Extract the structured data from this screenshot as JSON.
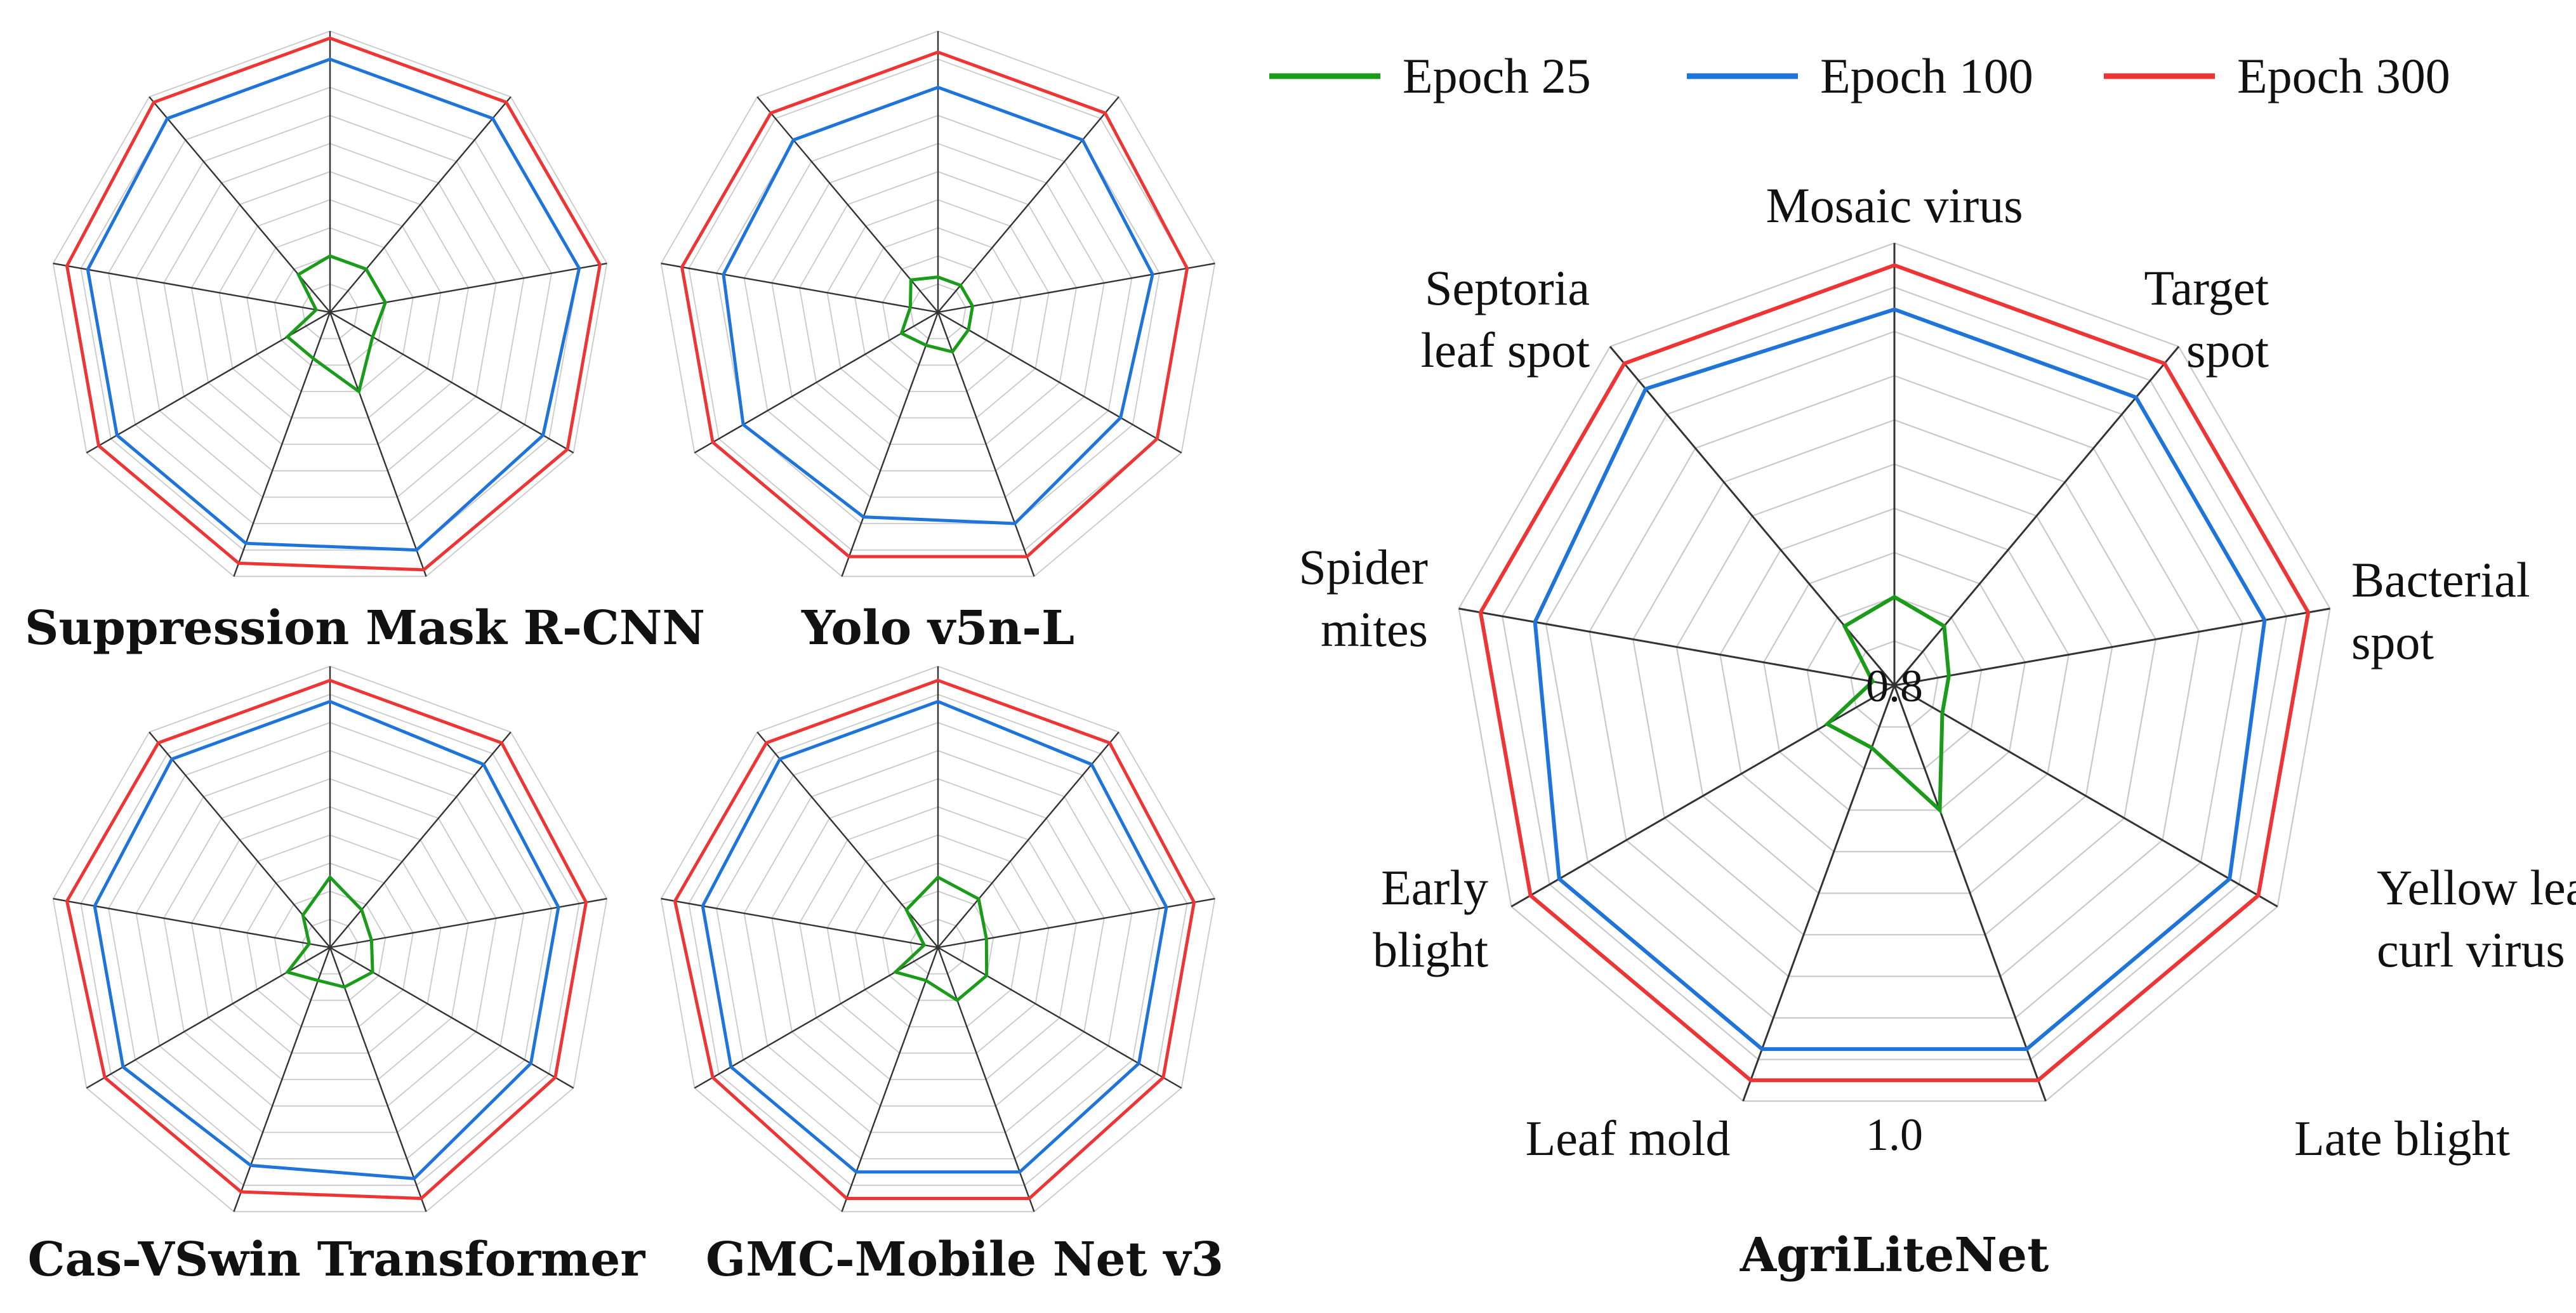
{
  "figure": {
    "legend": [
      {
        "label": "Epoch 25",
        "color": "#1a9c1a"
      },
      {
        "label": "Epoch 100",
        "color": "#1f74d9"
      },
      {
        "label": "Epoch 300",
        "color": "#ee3535"
      }
    ]
  },
  "chart_data": [
    {
      "type": "radar",
      "title": "Suppression Mask R-CNN",
      "categories": [
        "Mosaic virus",
        "Target spot",
        "Bacterial spot",
        "Yellow leaf curl virus",
        "Late blight",
        "Leaf mold",
        "Early blight",
        "Spider mites",
        "Septoria leaf spot"
      ],
      "rlim": [
        0.8,
        1.0
      ],
      "rings": 10,
      "series": [
        {
          "name": "Epoch 25",
          "color": "#1a9c1a",
          "values": [
            0.84,
            0.84,
            0.84,
            0.835,
            0.86,
            0.835,
            0.835,
            0.81,
            0.835
          ]
        },
        {
          "name": "Epoch 100",
          "color": "#1f74d9",
          "values": [
            0.98,
            0.98,
            0.98,
            0.975,
            0.98,
            0.975,
            0.975,
            0.975,
            0.98
          ]
        },
        {
          "name": "Epoch 300",
          "color": "#ee3535",
          "values": [
            0.995,
            0.995,
            0.995,
            0.995,
            0.995,
            0.99,
            0.99,
            0.99,
            0.995
          ]
        }
      ]
    },
    {
      "type": "radar",
      "title": "Yolo v5n-L",
      "categories": [
        "Mosaic virus",
        "Target spot",
        "Bacterial spot",
        "Yellow leaf curl virus",
        "Late blight",
        "Leaf mold",
        "Early blight",
        "Spider mites",
        "Septoria leaf spot"
      ],
      "rlim": [
        0.8,
        1.0
      ],
      "rings": 10,
      "series": [
        {
          "name": "Epoch 25",
          "color": "#1a9c1a",
          "values": [
            0.825,
            0.825,
            0.825,
            0.825,
            0.83,
            0.825,
            0.83,
            0.82,
            0.83
          ]
        },
        {
          "name": "Epoch 100",
          "color": "#1f74d9",
          "values": [
            0.96,
            0.96,
            0.955,
            0.95,
            0.96,
            0.955,
            0.96,
            0.955,
            0.96
          ]
        },
        {
          "name": "Epoch 300",
          "color": "#ee3535",
          "values": [
            0.985,
            0.985,
            0.98,
            0.98,
            0.985,
            0.985,
            0.985,
            0.985,
            0.985
          ]
        }
      ]
    },
    {
      "type": "radar",
      "title": "Cas-VSwin Transformer",
      "categories": [
        "Mosaic virus",
        "Target spot",
        "Bacterial spot",
        "Yellow leaf curl virus",
        "Late blight",
        "Leaf mold",
        "Early blight",
        "Spider mites",
        "Septoria leaf spot"
      ],
      "rlim": [
        0.8,
        1.0
      ],
      "rings": 10,
      "series": [
        {
          "name": "Epoch 25",
          "color": "#1a9c1a",
          "values": [
            0.85,
            0.835,
            0.83,
            0.835,
            0.83,
            0.825,
            0.835,
            0.815,
            0.83
          ]
        },
        {
          "name": "Epoch 100",
          "color": "#1f74d9",
          "values": [
            0.975,
            0.97,
            0.965,
            0.965,
            0.975,
            0.965,
            0.97,
            0.97,
            0.975
          ]
        },
        {
          "name": "Epoch 300",
          "color": "#ee3535",
          "values": [
            0.99,
            0.99,
            0.985,
            0.985,
            0.99,
            0.985,
            0.985,
            0.99,
            0.99
          ]
        }
      ]
    },
    {
      "type": "radar",
      "title": "GMC-Mobile Net v3",
      "categories": [
        "Mosaic virus",
        "Target spot",
        "Bacterial spot",
        "Yellow leaf curl virus",
        "Late blight",
        "Leaf mold",
        "Early blight",
        "Spider mites",
        "Septoria leaf spot"
      ],
      "rlim": [
        0.8,
        1.0
      ],
      "rings": 10,
      "series": [
        {
          "name": "Epoch 25",
          "color": "#1a9c1a",
          "values": [
            0.85,
            0.845,
            0.835,
            0.84,
            0.84,
            0.825,
            0.835,
            0.81,
            0.835
          ]
        },
        {
          "name": "Epoch 100",
          "color": "#1f74d9",
          "values": [
            0.975,
            0.97,
            0.965,
            0.965,
            0.97,
            0.97,
            0.97,
            0.97,
            0.975
          ]
        },
        {
          "name": "Epoch 300",
          "color": "#ee3535",
          "values": [
            0.99,
            0.99,
            0.985,
            0.985,
            0.99,
            0.99,
            0.985,
            0.99,
            0.99
          ]
        }
      ]
    },
    {
      "type": "radar",
      "title": "AgriLiteNet",
      "categories": [
        "Mosaic virus",
        "Target spot",
        "Bacterial spot",
        "Yellow leaf curl virus",
        "Late blight",
        "Leaf mold",
        "Early blight",
        "Spider mites",
        "Septoria leaf spot"
      ],
      "category_labels": [
        [
          "Mosaic virus"
        ],
        [
          "Target",
          "spot"
        ],
        [
          "Bacterial",
          "spot"
        ],
        [
          "Yellow leaf",
          "curl virus"
        ],
        [
          "Late blight"
        ],
        [
          "Leaf mold"
        ],
        [
          "Early",
          "blight"
        ],
        [
          "Spider",
          "mites"
        ],
        [
          "Septoria",
          "leaf spot"
        ]
      ],
      "rlim": [
        0.8,
        1.0
      ],
      "rings": 10,
      "tick_labels": {
        "inner": "0.8",
        "outer": "1.0"
      },
      "series": [
        {
          "name": "Epoch 25",
          "color": "#1a9c1a",
          "values": [
            0.84,
            0.835,
            0.825,
            0.825,
            0.86,
            0.83,
            0.835,
            0.81,
            0.835
          ]
        },
        {
          "name": "Epoch 100",
          "color": "#1f74d9",
          "values": [
            0.97,
            0.97,
            0.97,
            0.975,
            0.975,
            0.975,
            0.975,
            0.965,
            0.975
          ]
        },
        {
          "name": "Epoch 300",
          "color": "#ee3535",
          "values": [
            0.99,
            0.99,
            0.99,
            0.99,
            0.99,
            0.99,
            0.99,
            0.99,
            0.99
          ]
        }
      ]
    }
  ]
}
